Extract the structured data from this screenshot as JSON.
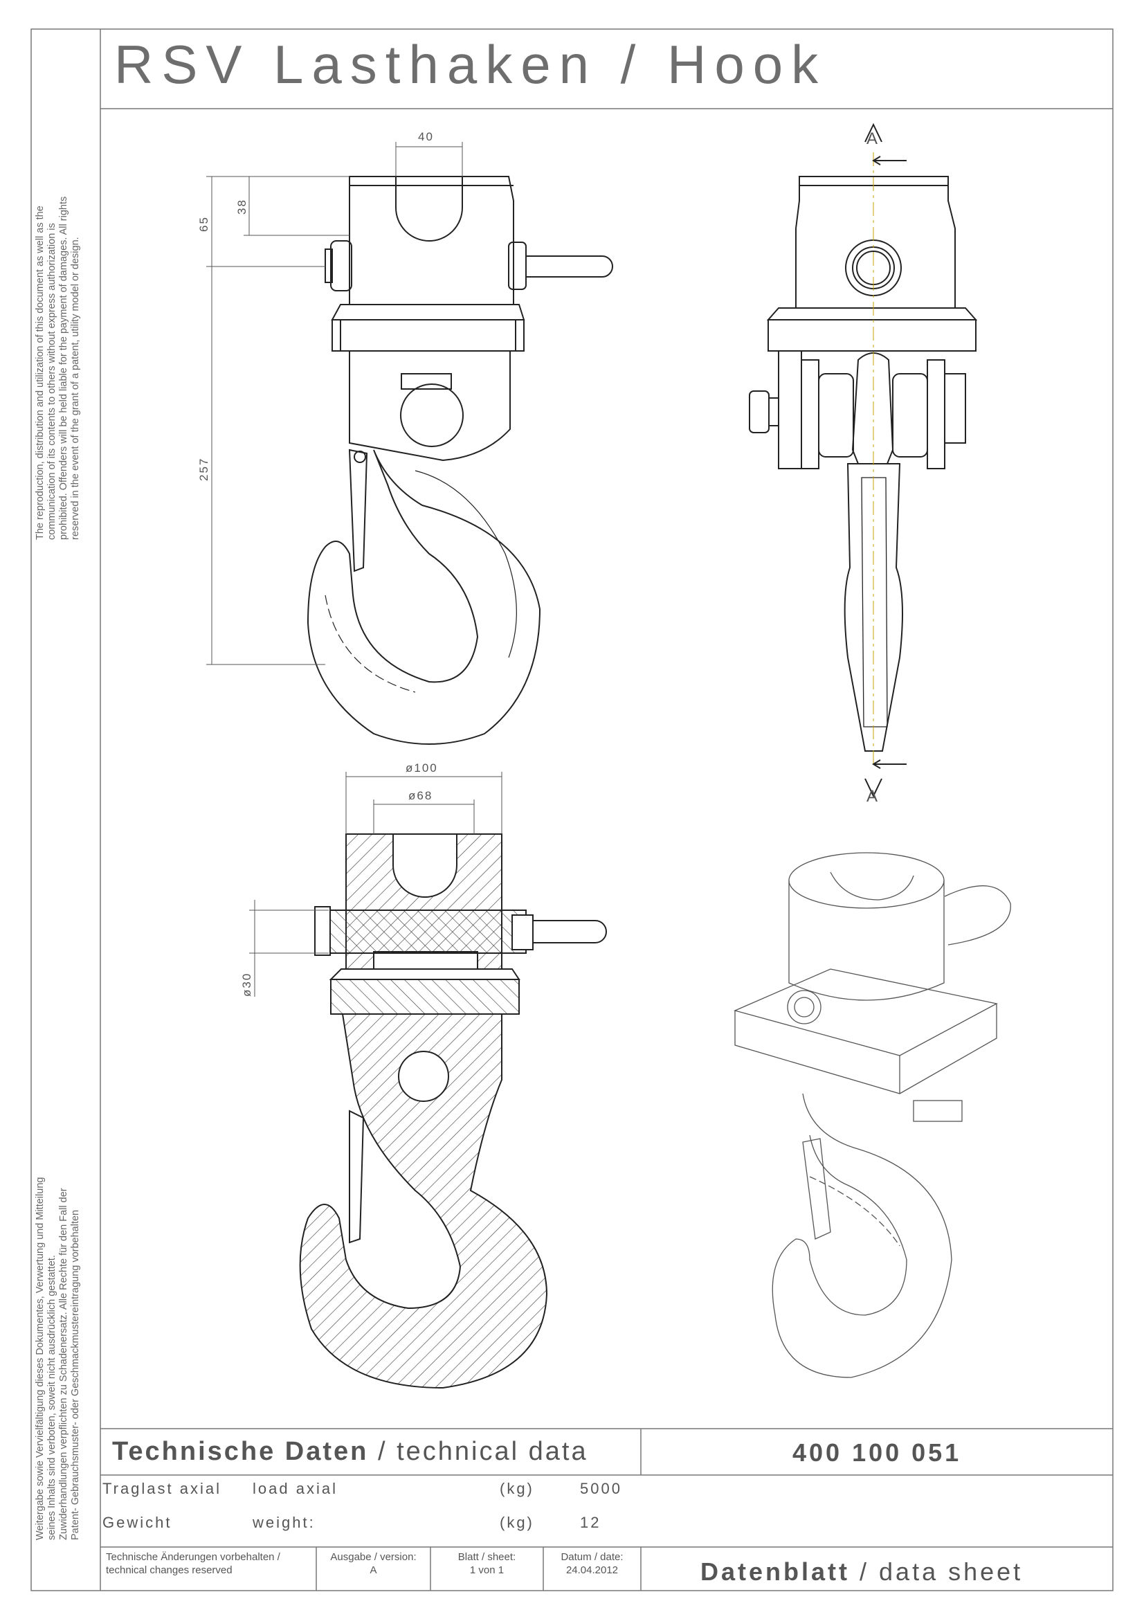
{
  "title": "RSV Lasthaken / Hook",
  "legal_notice_en": "The reproduction, distribution and utilization of this document as well as the\ncommunication of its contents to others without express authorization is\nprohibited. Offenders will be held liable for the payment of damages. All rights\nreserved in the event of the grant of a patent, utility model or design.",
  "legal_notice_de": "Weitergabe sowie Vervielfältigung dieses Dokumentes, Verwertung und Mitteilung\nseines Inhalts sind verboten, soweit nicht ausdrücklich gestattet.\nZuwiderhandlungen verpflichten zu Schadenersatz. Alle Rechte für den Fall der\nPatent- Gebrauchsmuster- oder Geschmackmustereintragung vorbehalten",
  "dimensions": {
    "slot_width": "40",
    "slot_depth": "38",
    "top_to_pin": "65",
    "pin_to_hook": "257",
    "outer_diameter": "ø100",
    "inner_diameter": "ø68",
    "pin_diameter": "ø30",
    "section_label": "A"
  },
  "tech_data": {
    "heading_de": "Technische Daten",
    "heading_sep": " / ",
    "heading_en": "technical data",
    "part_number": "400 100 051",
    "rows": [
      {
        "label_de": "Traglast axial",
        "label_en": "load axial",
        "unit": "(kg)",
        "value": "5000"
      },
      {
        "label_de": "Gewicht",
        "label_en": "weight:",
        "unit": "(kg)",
        "value": "12"
      }
    ]
  },
  "footer": {
    "changes_de": "Technische Änderungen vorbehalten /",
    "changes_en": "technical changes reserved",
    "version_label": "Ausgabe / version:",
    "version_value": "A",
    "sheet_label": "Blatt / sheet:",
    "sheet_value": "1 von 1",
    "date_label": "Datum / date:",
    "date_value": "24.04.2012",
    "doc_type_de": "Datenblatt",
    "doc_type_sep": " / ",
    "doc_type_en": "data sheet"
  }
}
